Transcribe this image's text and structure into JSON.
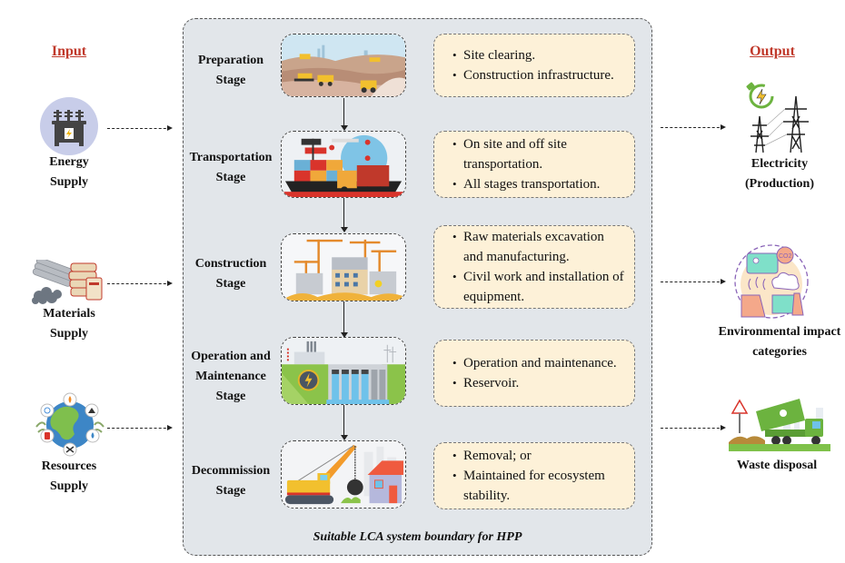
{
  "input": {
    "heading": "Input",
    "items": [
      {
        "icon": "transformer-icon",
        "label_line1": "Energy",
        "label_line2": "Supply"
      },
      {
        "icon": "building-materials-icon",
        "label_line1": "Materials",
        "label_line2": "Supply"
      },
      {
        "icon": "globe-resources-icon",
        "label_line1": "Resources",
        "label_line2": "Supply"
      }
    ]
  },
  "output": {
    "heading": "Output",
    "items": [
      {
        "icon": "power-transmission-icon",
        "label_line1": "Electricity",
        "label_line2": "(Production)"
      },
      {
        "icon": "environmental-impact-icon",
        "label_line1": "Environmental impact",
        "label_line2": "categories"
      },
      {
        "icon": "garbage-truck-icon",
        "label_line1": "Waste disposal",
        "label_line2": ""
      }
    ]
  },
  "boundary": {
    "caption": "Suitable LCA system boundary for HPP",
    "accent_color": "#c0392b",
    "box_fill": "#fdf1d8",
    "boundary_fill": "#e2e6ea"
  },
  "stages": [
    {
      "name_line1": "Preparation",
      "name_line2": "Stage",
      "name_line3": "",
      "image": "mining-site-illustration",
      "bullets": [
        "Site clearing.",
        "Construction infrastructure."
      ]
    },
    {
      "name_line1": "Transportation",
      "name_line2": "Stage",
      "name_line3": "",
      "image": "cargo-transport-illustration",
      "bullets": [
        "On site and off site transportation.",
        "All stages transportation."
      ]
    },
    {
      "name_line1": "Construction",
      "name_line2": "Stage",
      "name_line3": "",
      "image": "construction-site-illustration",
      "bullets": [
        "Raw materials excavation and manufacturing.",
        "Civil work and installation of equipment."
      ]
    },
    {
      "name_line1": "Operation and",
      "name_line2": "Maintenance",
      "name_line3": "Stage",
      "image": "hydropower-dam-illustration",
      "bullets": [
        "Operation and maintenance.",
        "Reservoir."
      ]
    },
    {
      "name_line1": "Decommission",
      "name_line2": "Stage",
      "name_line3": "",
      "image": "demolition-crane-illustration",
      "bullets": [
        "Removal; or",
        "Maintained for ecosystem stability."
      ]
    }
  ]
}
